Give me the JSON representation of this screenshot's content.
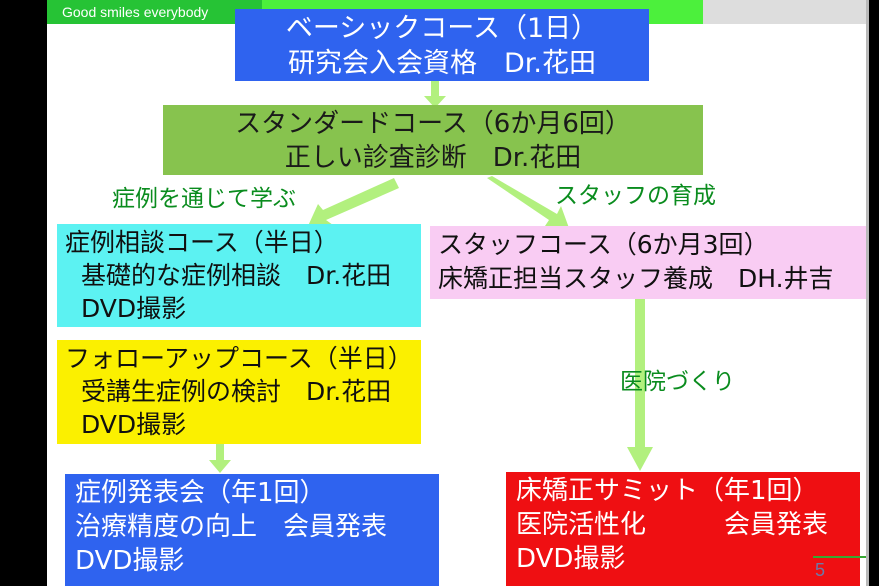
{
  "slide": {
    "header": {
      "tagline": "Good smiles everybody",
      "band_color_left": "#26c335",
      "band_color_mid": "#4cf03c",
      "band_color_right": "#dddddd"
    },
    "footer": {
      "page_number": "5",
      "rule_color": "#37a832"
    }
  },
  "nodes": {
    "basic": {
      "title": "ベーシックコース（1日）",
      "line2": "研究会入会資格　Dr.花田",
      "bg": "#2f63ef",
      "fg": "#ffffff"
    },
    "standard": {
      "title": "スタンダードコース（6か月6回）",
      "line2": "正しい診査診断　Dr.花田",
      "bg": "#87c34e",
      "fg": "#1a1a1a"
    },
    "case_consult": {
      "title": "症例相談コース（半日）",
      "line2": "基礎的な症例相談　Dr.花田",
      "line3": "DVD撮影",
      "bg": "#5cf2f2",
      "fg": "#101010"
    },
    "staff_course": {
      "title": "スタッフコース（6か月3回）",
      "line2": "床矯正担当スタッフ養成　DH.井吉",
      "bg": "#f9ccf3",
      "fg": "#101010"
    },
    "follow_up": {
      "title": "フォローアップコース（半日）",
      "line2": "受講生症例の検討　Dr.花田",
      "line3": "DVD撮影",
      "bg": "#fbf000",
      "fg": "#101010"
    },
    "presentation": {
      "title": "症例発表会（年1回）",
      "line2": "治療精度の向上　会員発表",
      "line3": "DVD撮影",
      "bg": "#2f63ef",
      "fg": "#ffffff"
    },
    "summit": {
      "title": "床矯正サミット（年1回）",
      "line2": "医院活性化　　　会員発表",
      "line3": "DVD撮影",
      "bg": "#ef0f12",
      "fg": "#ffffff"
    }
  },
  "edges": {
    "learn_via_cases": "症例を通じて学ぶ",
    "staff_training": "スタッフの育成",
    "clinic_building": "医院づくり",
    "arrow_color": "#b2f07e"
  }
}
